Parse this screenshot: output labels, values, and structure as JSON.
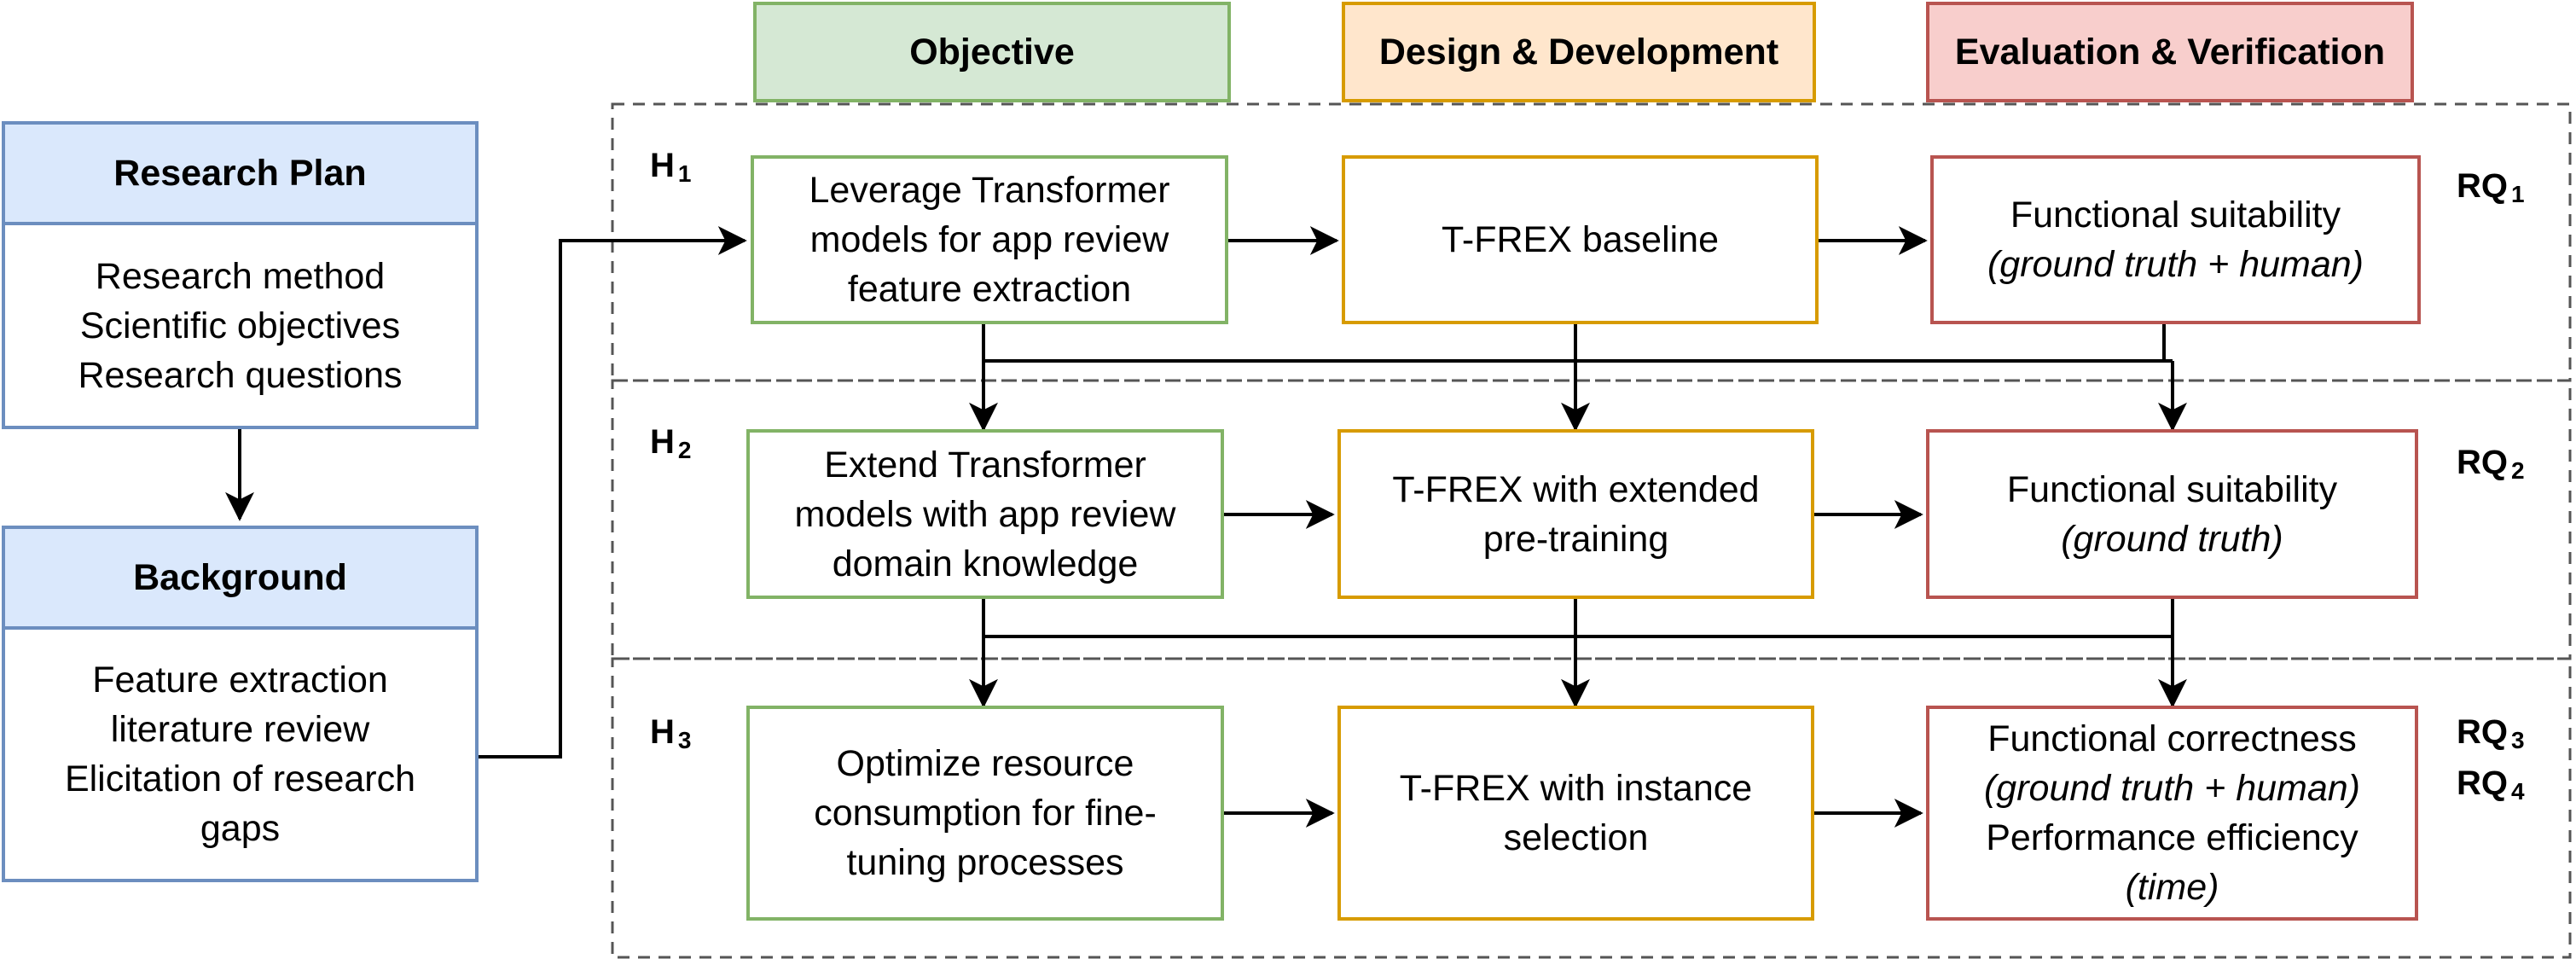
{
  "headers": {
    "objective": "Objective",
    "design": "Design & Development",
    "evaluation": "Evaluation & Verification"
  },
  "research_plan": {
    "title": "Research Plan",
    "lines": [
      "Research method",
      "Scientific objectives",
      "Research questions"
    ]
  },
  "background": {
    "title": "Background",
    "lines": [
      "Feature extraction",
      "literature review",
      "Elicitation of research",
      "gaps"
    ]
  },
  "rows": [
    {
      "h_label": "H",
      "h_sub": "1",
      "objective": [
        "Leverage Transformer",
        "models for app review",
        "feature extraction"
      ],
      "design": [
        "T-FREX baseline"
      ],
      "evaluation": [
        "Functional suitability",
        "(ground truth + human)"
      ],
      "rq": [
        {
          "label": "RQ",
          "sub": "1"
        }
      ]
    },
    {
      "h_label": "H",
      "h_sub": "2",
      "objective": [
        "Extend Transformer",
        "models with app review",
        "domain knowledge"
      ],
      "design": [
        "T-FREX with extended",
        "pre-training"
      ],
      "evaluation": [
        "Functional suitability",
        "(ground truth)"
      ],
      "rq": [
        {
          "label": "RQ",
          "sub": "2"
        }
      ]
    },
    {
      "h_label": "H",
      "h_sub": "3",
      "objective": [
        "Optimize resource",
        "consumption for fine-",
        "tuning processes"
      ],
      "design": [
        "T-FREX with instance",
        "selection"
      ],
      "evaluation": [
        "Functional correctness",
        "(ground truth + human)",
        "Performance efficiency",
        "(time)"
      ],
      "rq": [
        {
          "label": "RQ",
          "sub": "3"
        },
        {
          "label": "RQ",
          "sub": "4"
        }
      ]
    }
  ]
}
